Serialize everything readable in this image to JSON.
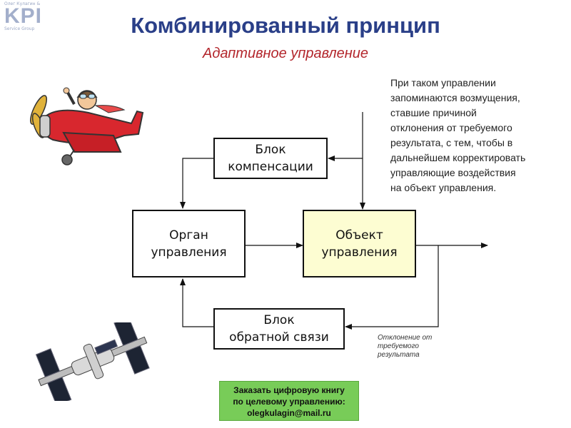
{
  "logo": {
    "author": "Олег Кулагин &",
    "brand": "KPI",
    "company": "Service Group"
  },
  "title": "Комбинированный принцип",
  "subtitle": "Адаптивное управление",
  "note_lines": [
    "При таком управлении",
    "запоминаются возмущения,",
    "ставшие причиной",
    "отклонения от требуемого",
    "результата, с тем, чтобы в",
    "дальнейшем корректировать",
    "управляющие воздействия",
    "на объект управления."
  ],
  "blocks": {
    "compensation": "Блок\nкомпенсации",
    "control_organ": "Орган\nуправления",
    "object": "Объект\nуправления",
    "feedback": "Блок\nобратной связи"
  },
  "deviation_lines": [
    "Отклонение от",
    "требуемого",
    "результата"
  ],
  "promo": {
    "line1": "Заказать цифровую книгу",
    "line2": "по целевому управлению:",
    "email": "olegkulagin@mail.ru"
  },
  "colors": {
    "title": "#2a3f88",
    "subtitle": "#b3262c",
    "object_fill": "#fdfdd2",
    "promo_fill": "#78cc58"
  }
}
